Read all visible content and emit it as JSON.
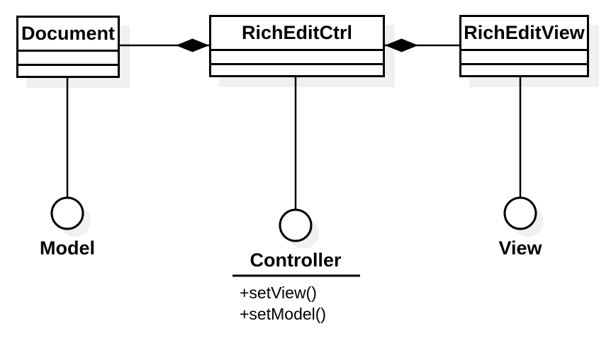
{
  "diagram": {
    "colors": {
      "line": "#000000",
      "text": "#000000",
      "box_fill": "#ffffff",
      "shadow": "#f0f0f0",
      "background": "#ffffff"
    },
    "classes": [
      {
        "name": "Document"
      },
      {
        "name": "RichEditCtrl"
      },
      {
        "name": "RichEditView"
      }
    ],
    "relations": [
      {
        "type": "composition",
        "whole": "RichEditCtrl",
        "part": "Document"
      },
      {
        "type": "composition",
        "whole": "RichEditCtrl",
        "part": "RichEditView"
      }
    ],
    "interfaces": [
      {
        "name": "Model",
        "attached_to": "Document",
        "methods": []
      },
      {
        "name": "Controller",
        "attached_to": "RichEditCtrl",
        "methods": [
          "+setView()",
          "+setModel()"
        ]
      },
      {
        "name": "View",
        "attached_to": "RichEditView",
        "methods": []
      }
    ]
  }
}
